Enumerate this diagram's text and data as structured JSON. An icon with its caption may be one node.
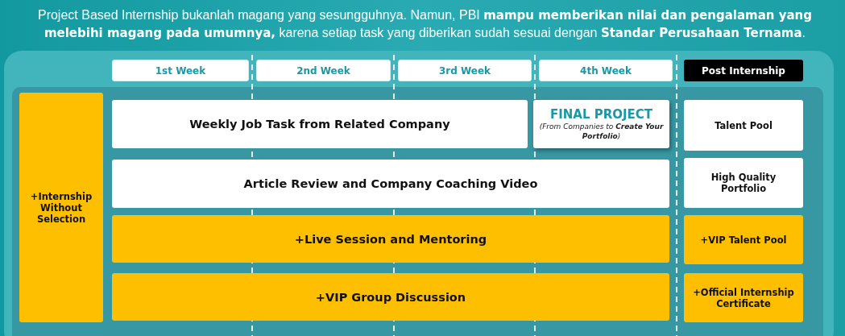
{
  "diagram": {
    "title": "Project Based Internship bukanlah magang yang sesungguhnya. Namun, PBI **mampu memberikan nilai dan pengalaman yang melebihi magang pada umumnya,** karena setiap task yang diberikan sudah sesuai dengan **Standar Perusahaan Ternama**.",
    "nodes": [
      {
        "text": [
          "1st Week"
        ]
      },
      {
        "text": [
          "2nd Week"
        ]
      },
      {
        "text": [
          "3rd Week"
        ]
      },
      {
        "text": [
          "4th Week"
        ]
      },
      {
        "text": [
          "Post Internship"
        ]
      },
      {
        "text": [
          "+Internship Without Selection"
        ]
      },
      {
        "text": [
          "Weekly Job Task from Related Company"
        ]
      },
      {
        "text": [
          "FINAL PROJECT",
          "(From Companies to **Create Your Portfolio**)"
        ]
      },
      {
        "text": [
          "Talent Pool"
        ]
      },
      {
        "text": [
          "Article Review and Company Coaching Video"
        ]
      },
      {
        "text": [
          "High Quality Portfolio"
        ]
      },
      {
        "text": [
          "+Live Session and Mentoring"
        ]
      },
      {
        "text": [
          "+VIP Talent Pool"
        ]
      },
      {
        "text": [
          "+VIP Group Discussion"
        ]
      },
      {
        "text": [
          "+Official Internship Certificate"
        ]
      }
    ]
  }
}
